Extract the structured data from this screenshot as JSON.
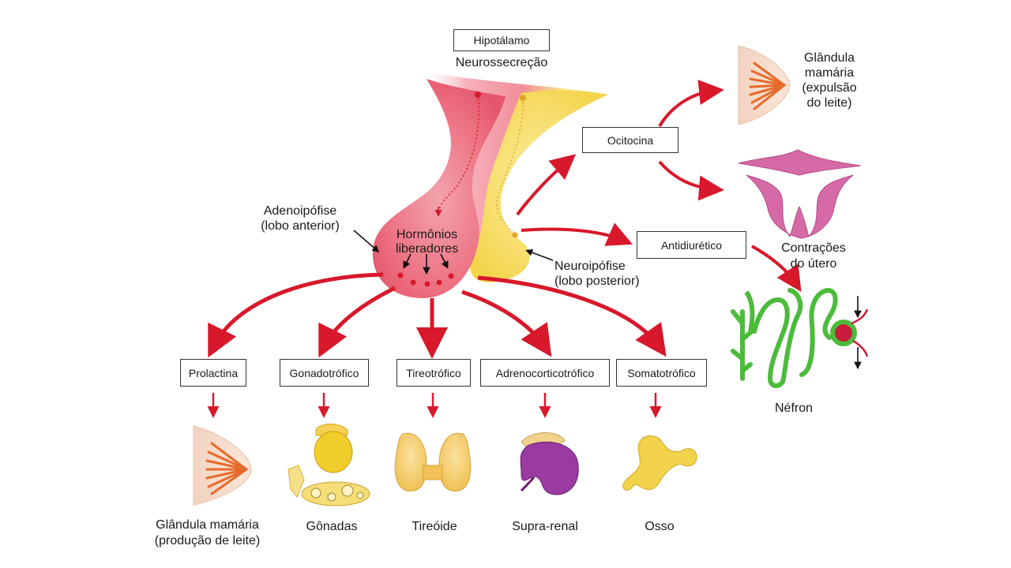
{
  "top": {
    "hipotalamo": "Hipotálamo",
    "neurossecrecao": "Neurossecreção"
  },
  "pituitary": {
    "adeno_line1": "Adenoipófise",
    "adeno_line2": "(lobo anterior)",
    "hormonios_line1": "Hormônios",
    "hormonios_line2": "liberadores",
    "neuro_line1": "Neuroipófise",
    "neuro_line2": "(lobo posterior)"
  },
  "posterior_hormones": {
    "ocitocina": "Ocitocina",
    "antidiuretico": "Antidiurético"
  },
  "posterior_targets": {
    "glandula_line1": "Glândula",
    "glandula_line2": "mamária",
    "glandula_line3": "(expulsão",
    "glandula_line4": "do leite)",
    "contracoes_line1": "Contrações",
    "contracoes_line2": "do útero",
    "nefron": "Néfron"
  },
  "anterior_hormones": [
    "Prolactina",
    "Gonadotrófico",
    "Tireotrófico",
    "Adrenocorticotrófico",
    "Somatotrófico"
  ],
  "anterior_targets": {
    "mama_line1": "Glândula mamária",
    "mama_line2": "(produção de leite)",
    "gonadas": "Gônadas",
    "tireoide": "Tireóide",
    "suprarenal": "Supra-renal",
    "osso": "Osso"
  },
  "colors": {
    "arrow_red": "#d8182b",
    "anterior_pink": "#ef6a7c",
    "posterior_yellow": "#f7dc5a",
    "nephron_green": "#4cbb3c",
    "uterus_pink": "#d66aa6",
    "adrenal_purple": "#9b3aa0",
    "bone_yellow": "#f1d24a"
  }
}
